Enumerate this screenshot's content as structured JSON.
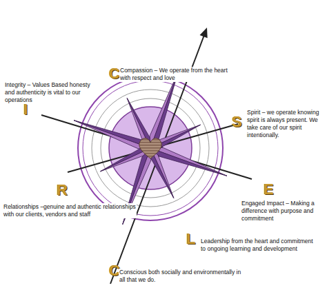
{
  "diagram": {
    "labels": [
      "C",
      "Compassion – We operate from the heart with respect and love",
      "I",
      "Integrity – Values Based honesty and authenticity is vital to our operations",
      "R",
      "Relationships –genuine and authentic relationships with our clients, vendors and staff",
      "C",
      "Conscious both socially and environmentally in all that we do.",
      "L",
      "Leadership from the heart and commitment to ongoing learning and development",
      "E",
      "Engaged Impact – Making a difference with purpose and commitment",
      "S",
      "Spirit – we operate knowing spirit is always present. We take care of our spirit intentionally."
    ]
  }
}
